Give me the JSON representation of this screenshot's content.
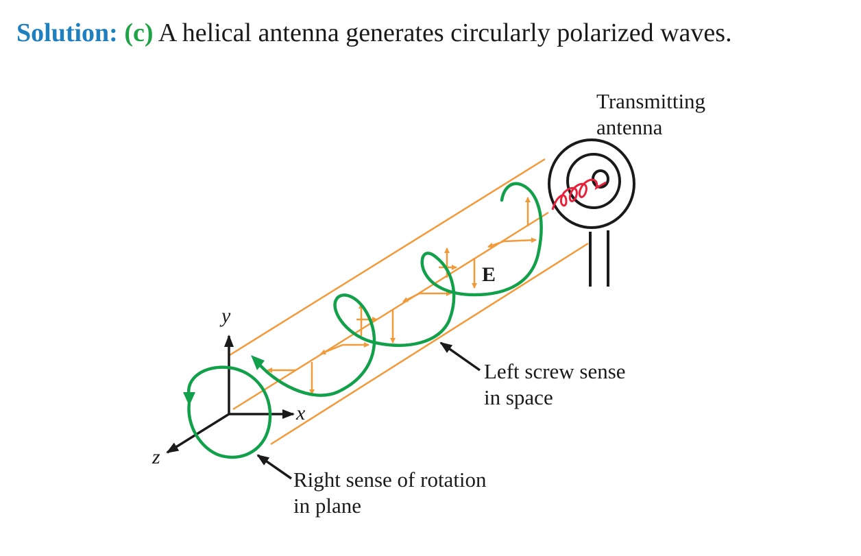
{
  "heading": {
    "solution_label": "Solution:",
    "part_label": "(c)",
    "text": "A helical antenna generates circularly polarized waves."
  },
  "diagram": {
    "antenna_label_line1": "Transmitting",
    "antenna_label_line2": "antenna",
    "field_label": "E",
    "axis_x": "x",
    "axis_y": "y",
    "axis_z": "z",
    "left_screw_line1": "Left screw sense",
    "left_screw_line2": "in space",
    "right_sense_line1": "Right sense of rotation",
    "right_sense_line2": "in plane"
  },
  "colors": {
    "helix": "#12a04a",
    "field_vectors": "#f29a3a",
    "antenna_coil": "#e8203a",
    "ink": "#1a1a1a",
    "solution_blue": "#1f80c0",
    "part_green": "#1fa349"
  }
}
